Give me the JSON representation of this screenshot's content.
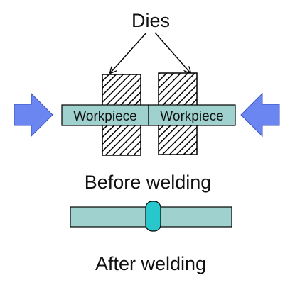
{
  "dies_label": "Dies",
  "workpiece_left_label": "Workpiece",
  "workpiece_right_label": "Workpiece",
  "before_label": "Before welding",
  "after_label": "After welding",
  "colors": {
    "workpiece": "#9fd1ce",
    "weld": "#27c7cc",
    "arrow": "#6b86f0",
    "outline": "#000000",
    "text": "#111111"
  }
}
